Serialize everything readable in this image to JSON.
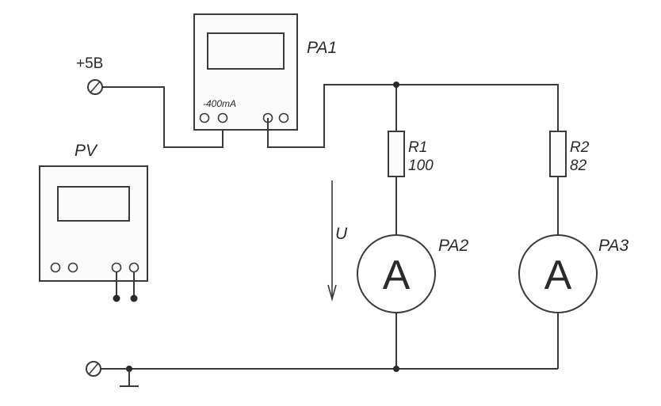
{
  "terminals": {
    "supply_label": "+5В"
  },
  "instruments": {
    "pa1": {
      "name": "PA1",
      "range": "-400mA"
    },
    "pv": {
      "name": "PV"
    },
    "pa2": {
      "name": "PA2",
      "symbol": "A"
    },
    "pa3": {
      "name": "PA3",
      "symbol": "A"
    }
  },
  "resistors": {
    "r1": {
      "name": "R1",
      "value": "100"
    },
    "r2": {
      "name": "R2",
      "value": "82"
    }
  },
  "voltage_arrow": {
    "label": "U"
  },
  "colors": {
    "line": "#3a3a3a",
    "background": "#ffffff"
  }
}
